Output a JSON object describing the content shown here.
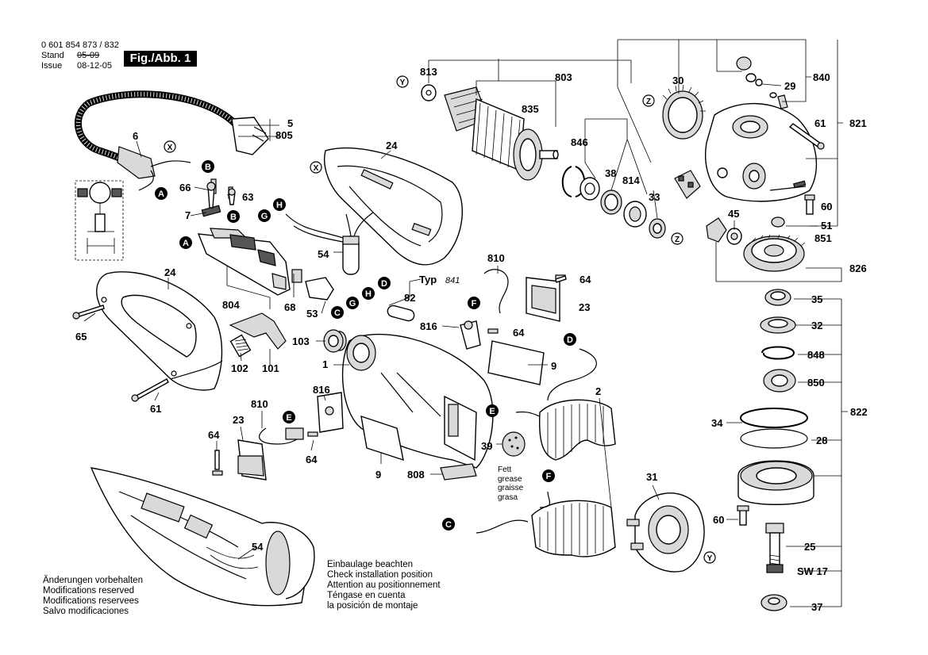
{
  "header": {
    "doc_number": "0 601 854 873 / 832",
    "stand_label": "Stand",
    "stand_old_date": "05-09",
    "issue_label": "Issue",
    "issue_date": "08-12-05",
    "figure_label": "Fig./Abb. 1"
  },
  "notes": {
    "modifications": [
      "Änderungen vorbehalten",
      "Modifications reserved",
      "Modifications reservees",
      "Salvo modificaciones"
    ],
    "installation": [
      "Einbaulage beachten",
      "Check installation position",
      "Attention au positionnement",
      "Téngase en cuenta",
      "la posición de montaje"
    ],
    "grease": [
      "Fett",
      "grease",
      "graisse",
      "grasa"
    ],
    "typ_label": "Typ",
    "typ_value": "841",
    "wrench_size": "SW 17"
  },
  "part_numbers": {
    "p1": "1",
    "p2": "2",
    "p5": "5",
    "p6": "6",
    "p7": "7",
    "p9a": "9",
    "p9b": "9",
    "p23a": "23",
    "p23b": "23",
    "p24a": "24",
    "p24b": "24",
    "p25": "25",
    "p28": "28",
    "p29": "29",
    "p30": "30",
    "p31": "31",
    "p32": "32",
    "p33": "33",
    "p34": "34",
    "p35": "35",
    "p37": "37",
    "p38": "38",
    "p39": "39",
    "p45": "45",
    "p51": "51",
    "p53": "53",
    "p54a": "54",
    "p54b": "54",
    "p60a": "60",
    "p60b": "60",
    "p61a": "61",
    "p61b": "61",
    "p63": "63",
    "p64a": "64",
    "p64b": "64",
    "p64c": "64",
    "p64d": "64",
    "p65": "65",
    "p66": "66",
    "p68": "68",
    "p82": "82",
    "p101": "101",
    "p102": "102",
    "p103": "103",
    "p803": "803",
    "p804": "804",
    "p805": "805",
    "p808": "808",
    "p810a": "810",
    "p810b": "810",
    "p813": "813",
    "p814": "814",
    "p816a": "816",
    "p816b": "816",
    "p821": "821",
    "p822": "822",
    "p826": "826",
    "p835": "835",
    "p840": "840",
    "p846": "846",
    "p848": "848",
    "p850": "850",
    "p851": "851"
  },
  "connection_markers": {
    "A": "A",
    "B": "B",
    "C": "C",
    "D": "D",
    "E": "E",
    "F": "F",
    "G": "G",
    "H": "H",
    "X": "X",
    "Y": "Y",
    "Z": "Z"
  }
}
